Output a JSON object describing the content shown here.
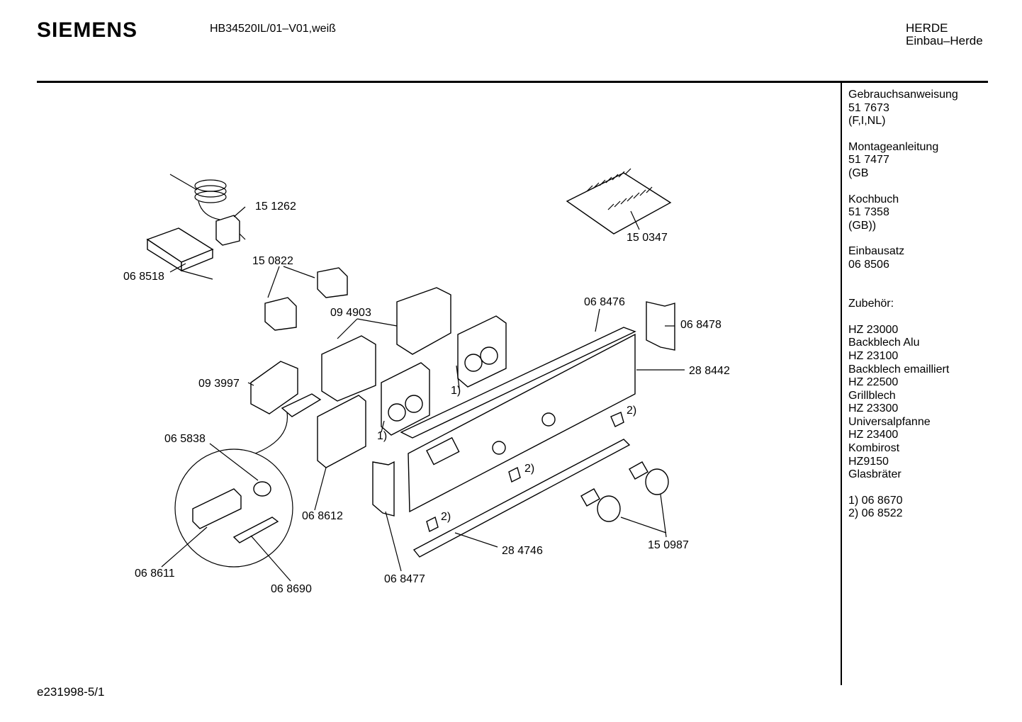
{
  "header": {
    "brand": "SIEMENS",
    "model": "HB34520IL/01–V01,weiß",
    "category_line1": "HERDE",
    "category_line2": "Einbau–Herde"
  },
  "sidebar": {
    "blocks": [
      {
        "lines": [
          "Gebrauchsanweisung",
          "51 7673",
          "(F,I,NL)"
        ]
      },
      {
        "lines": [
          "Montageanleitung",
          "51 7477",
          "(GB"
        ]
      },
      {
        "lines": [
          "Kochbuch",
          "51 7358",
          "(GB))"
        ]
      },
      {
        "lines": [
          "Einbausatz",
          "06 8506"
        ]
      },
      {
        "lines": [
          "",
          "Zubehör:"
        ]
      },
      {
        "lines": [
          "HZ 23000",
          "Backblech Alu",
          "HZ 23100",
          "Backblech emailliert",
          "HZ 22500",
          "Grillblech",
          "HZ 23300",
          "Universalpfanne",
          "HZ 23400",
          "Kombirost",
          "HZ9150",
          "Glasbräter"
        ]
      },
      {
        "lines": [
          "1)  06 8670",
          "2)  06 8522"
        ]
      }
    ]
  },
  "diagram": {
    "part_labels": {
      "p151262": "15 1262",
      "p068518": "06 8518",
      "p150822": "15 0822",
      "p150347": "15 0347",
      "p094903": "09 4903",
      "p068476": "06 8476",
      "p068478": "06 8478",
      "p288442": "28 8442",
      "p093997": "09 3997",
      "p065838": "06 5838",
      "p068612": "06 8612",
      "p068611": "06 8611",
      "p068690": "06 8690",
      "p068477": "06 8477",
      "p284746": "28 4746",
      "p150987": "15 0987",
      "note1a": "1)",
      "note1b": "1)",
      "note2a": "2)",
      "note2b": "2)",
      "note2c": "2)"
    }
  },
  "footer": {
    "doc_code": "e231998-5/1"
  }
}
